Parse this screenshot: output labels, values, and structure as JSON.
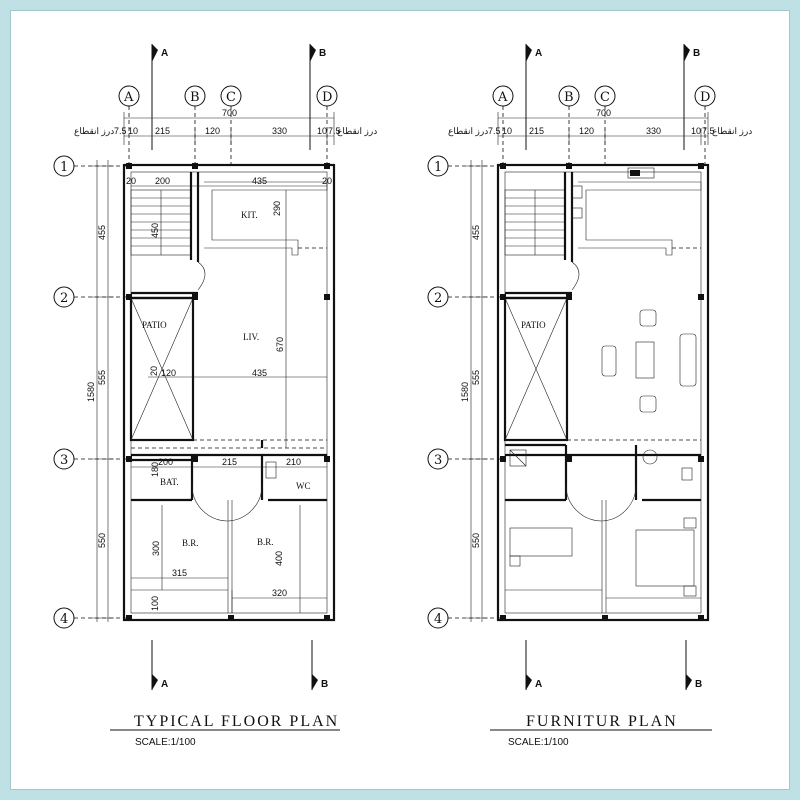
{
  "section_markers": [
    "A",
    "B"
  ],
  "grid_letters": [
    "A",
    "B",
    "C",
    "D"
  ],
  "grid_numbers": [
    "1",
    "2",
    "3",
    "4"
  ],
  "top_dims": {
    "overall": "700",
    "segments": [
      "7.5",
      "10",
      "215",
      "120",
      "330",
      "10",
      "7.5"
    ],
    "arabic_note": "درز انقطاع"
  },
  "left_dims": {
    "overall": "1580",
    "segments": [
      "455",
      "555",
      "550"
    ]
  },
  "typical_plan": {
    "title": "TYPICAL  FLOOR  PLAN",
    "scale": "SCALE:1/100",
    "rooms": {
      "kitchen": "KIT.",
      "living": "LIV.",
      "patio": "PATIO",
      "bath": "BAT.",
      "wc": "WC",
      "bedroom_left": "B.R.",
      "bedroom_right": "B.R."
    },
    "inner_dims": {
      "top_left_20a": "20",
      "stair_200": "200",
      "kit_435": "435",
      "top_right_20": "20",
      "kit_290": "290",
      "stair_450": "450",
      "liv_670": "670",
      "patio_20": "20",
      "patio_120": "120",
      "liv_435": "435",
      "bat_180": "180",
      "bat_200": "200",
      "bat_215": "215",
      "wc_210": "210",
      "br_300": "300",
      "br_315": "315",
      "br_400": "400",
      "br_320": "320",
      "bot_100": "100"
    }
  },
  "furniture_plan": {
    "title": "FURNITUR   PLAN",
    "scale": "SCALE:1/100",
    "rooms": {
      "patio": "PATIO"
    }
  }
}
